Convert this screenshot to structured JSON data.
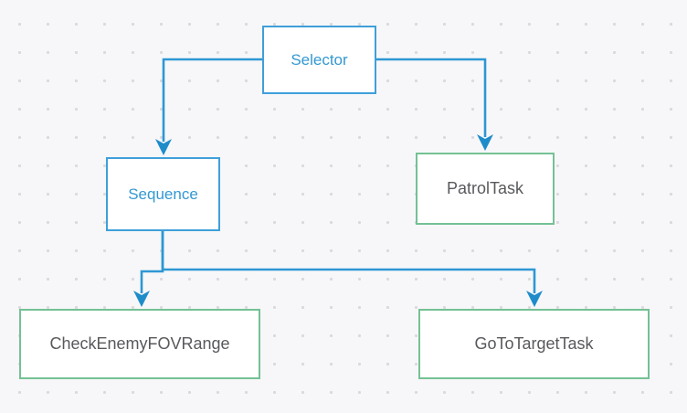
{
  "diagram": {
    "kind": "behavior-tree",
    "background_color": "#f7f7f9",
    "grid_dot_color": "#d9d9de",
    "node_fill_color": "#ffffff",
    "composite_border_color": "#3f9fda",
    "composite_text_color": "#3398d2",
    "task_border_color": "#74c194",
    "task_text_color": "#58595d",
    "edge_color": "#2e97d3",
    "arrowhead_color": "#1f8cca",
    "nodes": [
      {
        "id": "selector",
        "label": "Selector",
        "kind": "composite"
      },
      {
        "id": "sequence",
        "label": "Sequence",
        "kind": "composite"
      },
      {
        "id": "patroltask",
        "label": "PatrolTask",
        "kind": "task"
      },
      {
        "id": "checkenemyfovrange",
        "label": "CheckEnemyFOVRange",
        "kind": "task"
      },
      {
        "id": "gototargettask",
        "label": "GoToTargetTask",
        "kind": "task"
      }
    ],
    "edges": [
      {
        "from": "selector",
        "to": "sequence"
      },
      {
        "from": "selector",
        "to": "patroltask"
      },
      {
        "from": "sequence",
        "to": "checkenemyfovrange"
      },
      {
        "from": "sequence",
        "to": "gototargettask"
      }
    ]
  }
}
